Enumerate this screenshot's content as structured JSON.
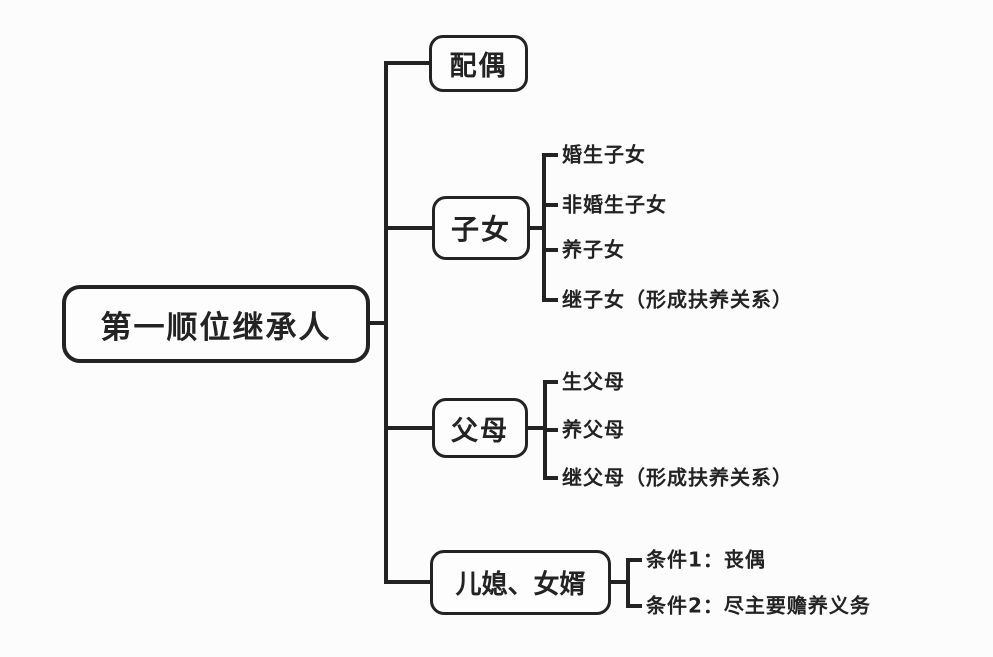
{
  "diagram": {
    "title": "第一顺位继承人",
    "colors": {
      "line": "#232323",
      "background": "#fcfcfc",
      "node_background": "#fdfdfd"
    },
    "root": {
      "label": "第一顺位继承人"
    },
    "branches": [
      {
        "label": "配偶",
        "children": []
      },
      {
        "label": "子女",
        "children": [
          "婚生子女",
          "非婚生子女",
          "养子女",
          "继子女（形成扶养关系）"
        ]
      },
      {
        "label": "父母",
        "children": [
          "生父母",
          "养父母",
          "继父母（形成扶养关系）"
        ]
      },
      {
        "label": "儿媳、女婿",
        "children": [
          "条件1：丧偶",
          "条件2：尽主要赡养义务"
        ]
      }
    ]
  }
}
